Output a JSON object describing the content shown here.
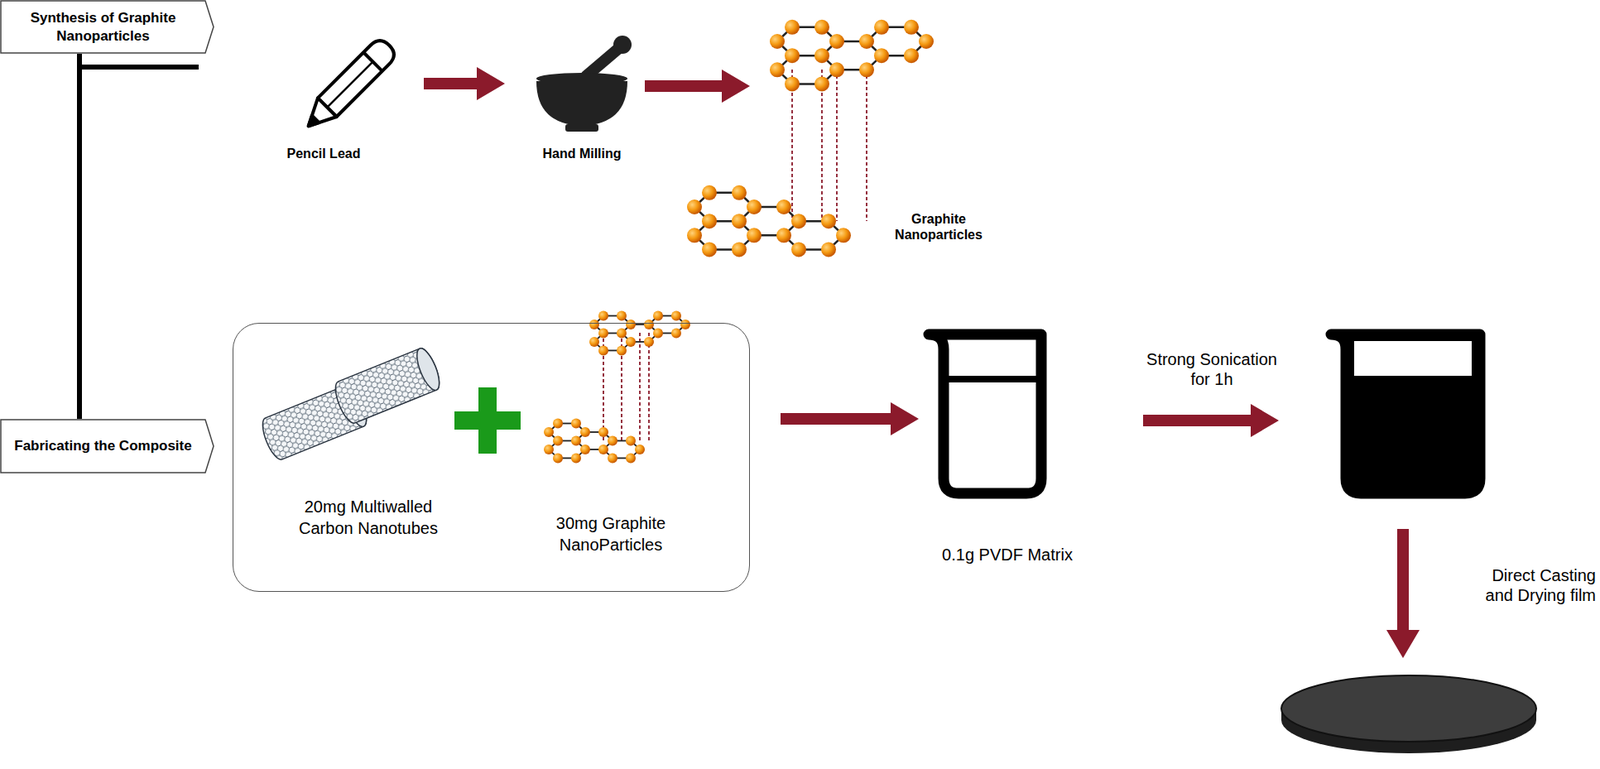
{
  "diagram": {
    "nodes": [
      {
        "text": [
          "Synthesis of Graphite Nanoparticles"
        ]
      },
      {
        "text": [
          "Fabricating the Composite"
        ]
      },
      {
        "text": [
          "20mg Multiwalled Carbon Nanotubes",
          "30mg Graphite NanoParticles"
        ]
      }
    ],
    "edges": [
      {
        "from": 0,
        "to": 1,
        "arrow": "none"
      }
    ],
    "labels": [
      "Pencil Lead",
      "Hand Milling",
      "Graphite Nanoparticles",
      "0.1g PVDF Matrix",
      "Strong Sonication for 1h",
      "Direct Casting and Drying film"
    ]
  }
}
